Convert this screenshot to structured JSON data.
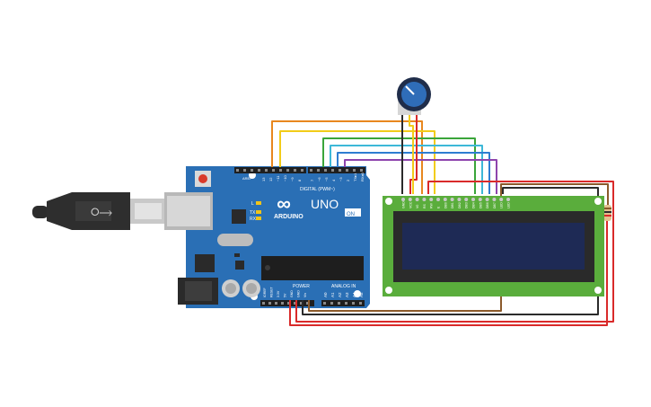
{
  "board": {
    "brand": "ARDUINO",
    "model": "UNO",
    "digital_header": "DIGITAL (PWM~)",
    "power_header": "POWER",
    "analog_header": "ANALOG IN",
    "on_label": "ON",
    "tx_label": "TX",
    "rx_label": "RX",
    "l_label": "L",
    "aref_label": "AREF",
    "gnd_label": "GND",
    "digital_pins": [
      "13",
      "12",
      "~11",
      "~10",
      "~9",
      "8",
      "7",
      "~6",
      "~5",
      "4",
      "~3",
      "2",
      "TX▸1",
      "RX◂0"
    ],
    "power_pins": [
      "IOREF",
      "RESET",
      "3.3V",
      "5V",
      "GND",
      "GND",
      "Vin"
    ],
    "analog_pins": [
      "A0",
      "A1",
      "A2",
      "A3",
      "A4",
      "A5"
    ]
  },
  "lcd": {
    "pin_labels": [
      "GND",
      "VCC",
      "V0",
      "RS",
      "RW",
      "E",
      "DB0",
      "DB1",
      "DB2",
      "DB3",
      "DB4",
      "DB5",
      "DB6",
      "DB7",
      "LED",
      "LED"
    ]
  },
  "colors": {
    "board": "#2a6fb5",
    "board_dark": "#1e5a95",
    "lcd_pcb": "#5aad3c",
    "lcd_screen": "#1e2a55",
    "wire_orange": "#e8871e",
    "wire_yellow": "#f2cc19",
    "wire_green": "#3aa53a",
    "wire_cyan": "#3db8d8",
    "wire_blue": "#2e7dd1",
    "wire_purple": "#8e44ad",
    "wire_red": "#d92a2a",
    "wire_black": "#2b2b2b",
    "wire_brown": "#8b5a2b"
  },
  "components": [
    "usb-cable",
    "arduino-uno",
    "potentiometer",
    "lcd-16x2",
    "resistor"
  ]
}
